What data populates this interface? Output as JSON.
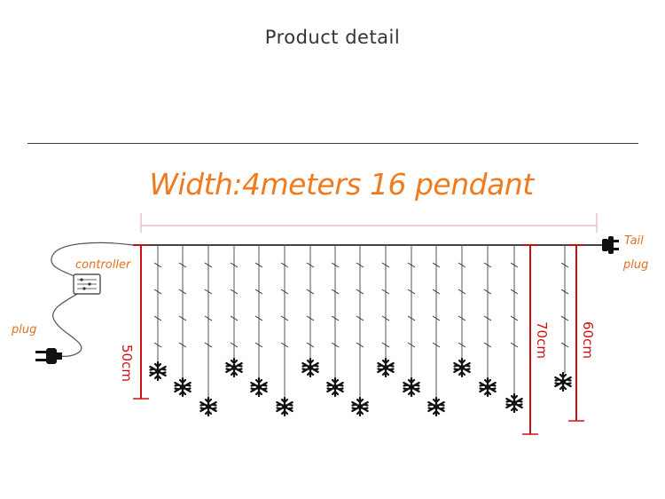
{
  "header": {
    "title": "Product detail"
  },
  "headline": {
    "text": "Width:4meters 16 pendant"
  },
  "labels": {
    "controller": "controller",
    "plug": "plug",
    "tail_line1": "Tail",
    "tail_line2": "plug"
  },
  "measurements": {
    "short": "50cm",
    "long": "70cm",
    "medium": "60cm"
  },
  "colors": {
    "accent_orange": "#f07a1e",
    "dimension_red": "#d01010",
    "wire": "#444444",
    "dimension_pink": "#e8a0a0"
  },
  "icons": [
    "controller-icon",
    "power-plug-icon",
    "tail-plug-icon",
    "snowflake-icon"
  ]
}
